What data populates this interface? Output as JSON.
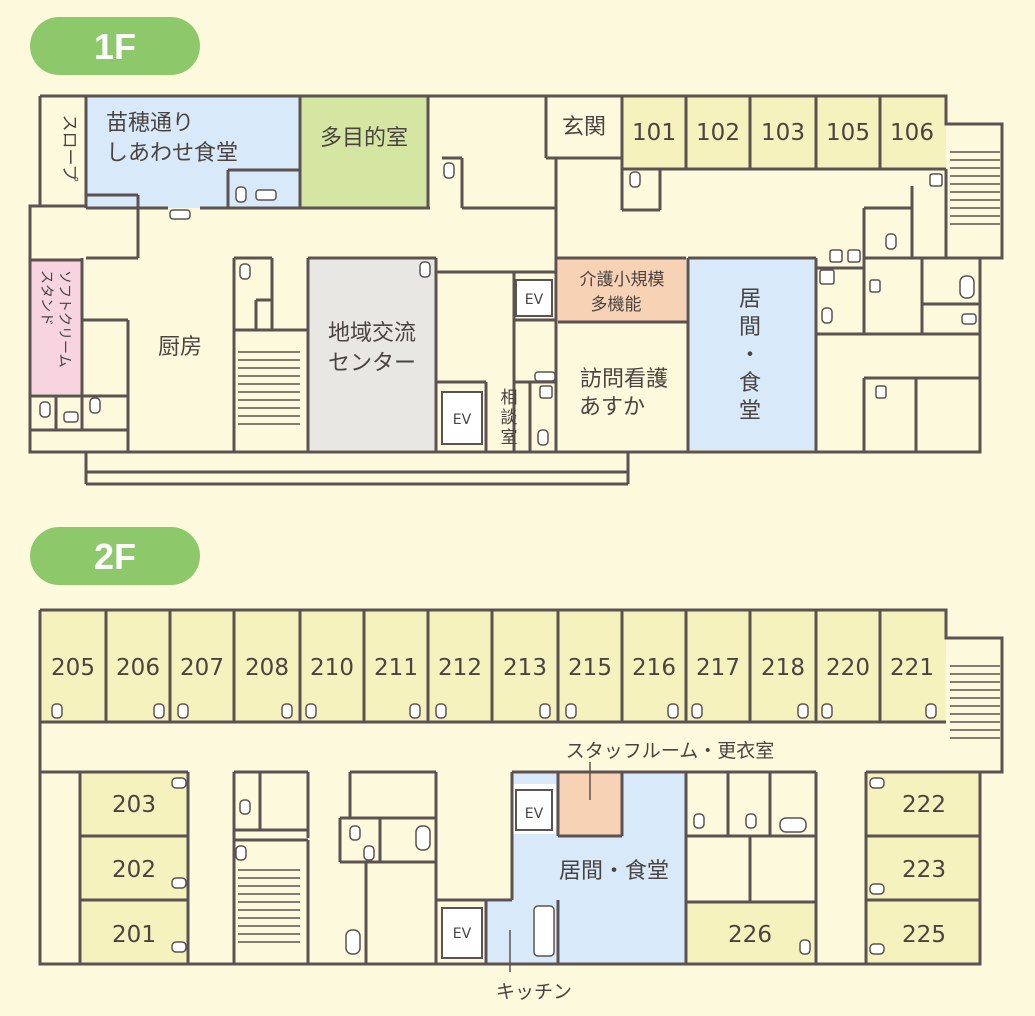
{
  "floors": {
    "f1": {
      "label": "1F",
      "rooms": {
        "slope": "スロープ",
        "dining_1": "苗穂通り",
        "dining_2": "しあわせ食堂",
        "multipurpose": "多目的室",
        "entrance": "玄関",
        "r101": "101",
        "r102": "102",
        "r103": "103",
        "r105": "105",
        "r106": "106",
        "softcream_1": "ソフトクリーム",
        "softcream_2": "スタンド",
        "kitchen": "厨房",
        "community_1": "地域交流",
        "community_2": "センター",
        "ev_a": "EV",
        "ev_b": "EV",
        "consult_1": "相",
        "consult_2": "談",
        "consult_3": "室",
        "kaigo_1": "介護小規模",
        "kaigo_2": "多機能",
        "houmon_1": "訪問看護",
        "houmon_2": "あすか",
        "living_1": "居",
        "living_2": "間",
        "living_3": "・",
        "living_4": "食",
        "living_5": "堂"
      }
    },
    "f2": {
      "label": "2F",
      "top_rooms": [
        "205",
        "206",
        "207",
        "208",
        "210",
        "211",
        "212",
        "213",
        "215",
        "216",
        "217",
        "218",
        "220",
        "221"
      ],
      "left_rooms": [
        "203",
        "202",
        "201"
      ],
      "right_rooms": [
        "222",
        "223",
        "225"
      ],
      "room_226": "226",
      "staff": "スタッフルーム・更衣室",
      "living": "居間・食堂",
      "ev_a": "EV",
      "ev_b": "EV",
      "kitchen": "キッチン"
    }
  },
  "colors": {
    "background": "#fdf9dc",
    "wall": "#5b5251",
    "badge": "#8dc96b",
    "room_yellow": "#f6f2bd",
    "dining_blue": "#d8eaf9",
    "multipurpose_green": "#d5e6a3",
    "kaigo_orange": "#f7d2b4",
    "softcream_pink": "#f7d4e0",
    "community_gray": "#e8e7e3"
  }
}
